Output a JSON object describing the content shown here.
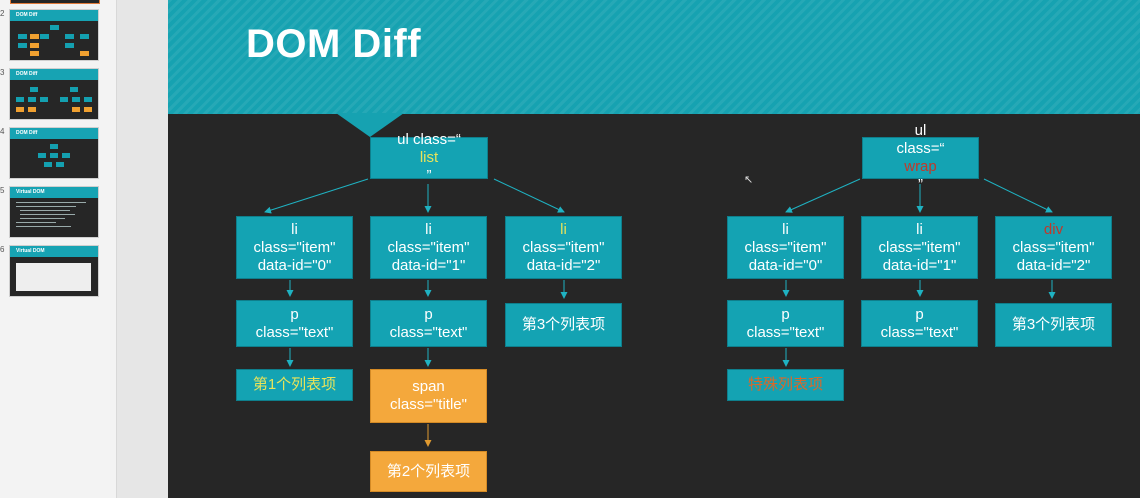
{
  "thumbnails": [
    {
      "num": "2",
      "title": "DOM Diff"
    },
    {
      "num": "3",
      "title": "DOM Diff"
    },
    {
      "num": "4",
      "title": "DOM Diff"
    },
    {
      "num": "5",
      "title": "Virtual DOM"
    },
    {
      "num": "6",
      "title": "Virtual DOM"
    }
  ],
  "slide": {
    "title": "DOM Diff",
    "left_tree": {
      "root": {
        "pre": "ul class=“",
        "hl": "list",
        "post": "”"
      },
      "li0": {
        "l1": "li",
        "l2": "class=\"item\"",
        "l3": "data-id=\"0\""
      },
      "li1": {
        "l1": "li",
        "l2": "class=\"item\"",
        "l3": "data-id=\"1\""
      },
      "li2": {
        "l1": "li",
        "l2": "class=\"item\"",
        "l3": "data-id=\"2\""
      },
      "p0": {
        "l1": "p",
        "l2": "class=\"text\""
      },
      "p1": {
        "l1": "p",
        "l2": "class=\"text\""
      },
      "item3": "第3个列表项",
      "item1": "第1个列表项",
      "span": {
        "l1": "span",
        "l2": "class=\"title\""
      },
      "item2": "第2个列表项"
    },
    "right_tree": {
      "root": {
        "l1": "ul",
        "pre": "class=“",
        "hl": "wrap",
        "post": "”"
      },
      "li0": {
        "l1": "li",
        "l2": "class=\"item\"",
        "l3": "data-id=\"0\""
      },
      "li1": {
        "l1": "li",
        "l2": "class=\"item\"",
        "l3": "data-id=\"1\""
      },
      "div2": {
        "l1": "div",
        "l2": "class=\"item\"",
        "l3": "data-id=\"2\""
      },
      "p0": {
        "l1": "p",
        "l2": "class=\"text\""
      },
      "p1": {
        "l1": "p",
        "l2": "class=\"text\""
      },
      "item3": "第3个列表项",
      "special": "特殊列表项"
    }
  },
  "colors": {
    "teal": "#14a3b3",
    "orange": "#f4a83c",
    "highlight_yellow": "#e8e35a",
    "highlight_red": "#c0392b"
  }
}
